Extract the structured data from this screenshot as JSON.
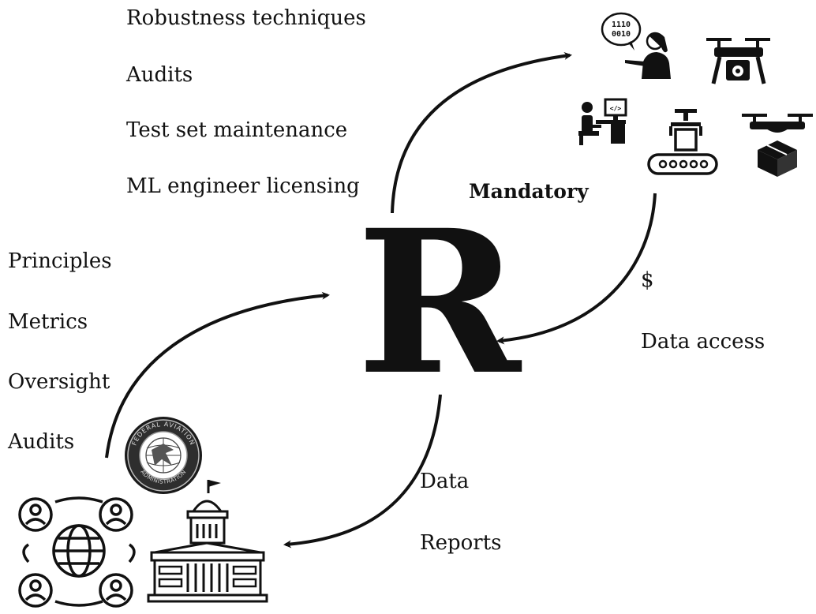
{
  "center_symbol": "R",
  "top_left_list": [
    "Robustness techniques",
    "Audits",
    "Test set maintenance",
    "ML engineer licensing"
  ],
  "mandatory_label": "Mandatory",
  "left_list": [
    "Principles",
    "Metrics",
    "Oversight",
    "Audits"
  ],
  "right_labels": {
    "money": "$",
    "data_access": "Data access"
  },
  "bottom_labels": {
    "data": "Data",
    "reports": "Reports"
  },
  "seal": {
    "top_text": "FEDERAL AVIATION",
    "bottom_text": "ADMINISTRATION"
  },
  "binary_bubble": [
    "1110",
    "0010"
  ],
  "icons": [
    "person-binary-speech-icon",
    "camera-drone-icon",
    "developer-at-desk-icon",
    "conveyor-robot-arm-icon",
    "delivery-drone-icon",
    "people-network-globe-icon",
    "government-building-icon",
    "faa-seal-icon"
  ]
}
